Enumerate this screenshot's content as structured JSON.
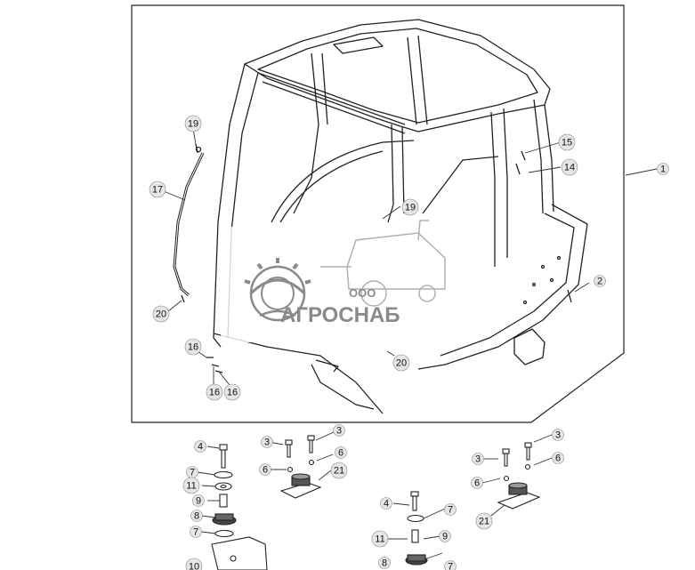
{
  "watermark": {
    "small_text": "ООО",
    "brand_text": "АГРОСНАБ",
    "brand_color": "#8a8a8a"
  },
  "callouts": [
    {
      "id": "c19a",
      "label": "19"
    },
    {
      "id": "c17",
      "label": "17"
    },
    {
      "id": "c20a",
      "label": "20"
    },
    {
      "id": "c16a",
      "label": "16"
    },
    {
      "id": "c16b",
      "label": "16"
    },
    {
      "id": "c16c",
      "label": "16"
    },
    {
      "id": "c19b",
      "label": "19"
    },
    {
      "id": "c20b",
      "label": "20"
    },
    {
      "id": "c15",
      "label": "15"
    },
    {
      "id": "c14",
      "label": "14"
    },
    {
      "id": "c1",
      "label": "1"
    },
    {
      "id": "c2",
      "label": "2"
    },
    {
      "id": "c4a",
      "label": "4"
    },
    {
      "id": "c7a",
      "label": "7"
    },
    {
      "id": "c11a",
      "label": "11"
    },
    {
      "id": "c9a",
      "label": "9"
    },
    {
      "id": "c8a",
      "label": "8"
    },
    {
      "id": "c7b",
      "label": "7"
    },
    {
      "id": "c10a",
      "label": "10"
    },
    {
      "id": "c3a",
      "label": "3"
    },
    {
      "id": "c3b",
      "label": "3"
    },
    {
      "id": "c6a",
      "label": "6"
    },
    {
      "id": "c6b",
      "label": "6"
    },
    {
      "id": "c21a",
      "label": "21"
    },
    {
      "id": "c4b",
      "label": "4"
    },
    {
      "id": "c7c",
      "label": "7"
    },
    {
      "id": "c11b",
      "label": "11"
    },
    {
      "id": "c9b",
      "label": "9"
    },
    {
      "id": "c8b",
      "label": "8"
    },
    {
      "id": "c7d",
      "label": "7"
    },
    {
      "id": "c3c",
      "label": "3"
    },
    {
      "id": "c3d",
      "label": "3"
    },
    {
      "id": "c6c",
      "label": "6"
    },
    {
      "id": "c6d",
      "label": "6"
    },
    {
      "id": "c21b",
      "label": "21"
    }
  ]
}
